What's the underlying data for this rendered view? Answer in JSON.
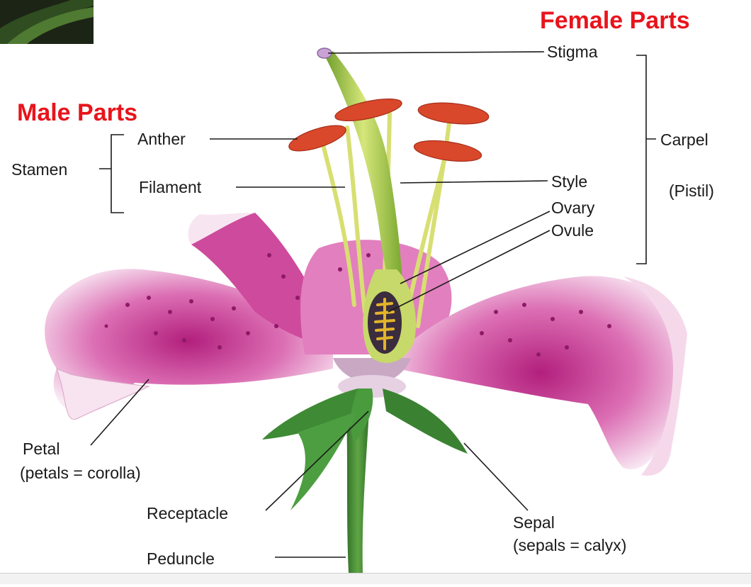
{
  "headings": {
    "female": "Female Parts",
    "male": "Male Parts"
  },
  "labels": {
    "stigma": "Stigma",
    "carpel": "Carpel",
    "pistil": "(Pistil)",
    "style": "Style",
    "ovary": "Ovary",
    "ovule": "Ovule",
    "anther": "Anther",
    "stamen": "Stamen",
    "filament": "Filament",
    "petal": "Petal",
    "petal_note": "(petals = corolla)",
    "receptacle": "Receptacle",
    "sepal": "Sepal",
    "sepal_note": "(sepals = calyx)",
    "peduncle": "Peduncle"
  },
  "colors": {
    "heading": "#e8141c",
    "petal": "#c8338f",
    "petal_light": "#f3d6e9",
    "anther": "#d9482a",
    "pistil": "#8cb53a",
    "filament": "#d8df72",
    "leaf": "#3f8a35",
    "stem": "#4d8f37",
    "ovary_dark": "#3b2d3e",
    "ovule": "#e2b52a"
  }
}
